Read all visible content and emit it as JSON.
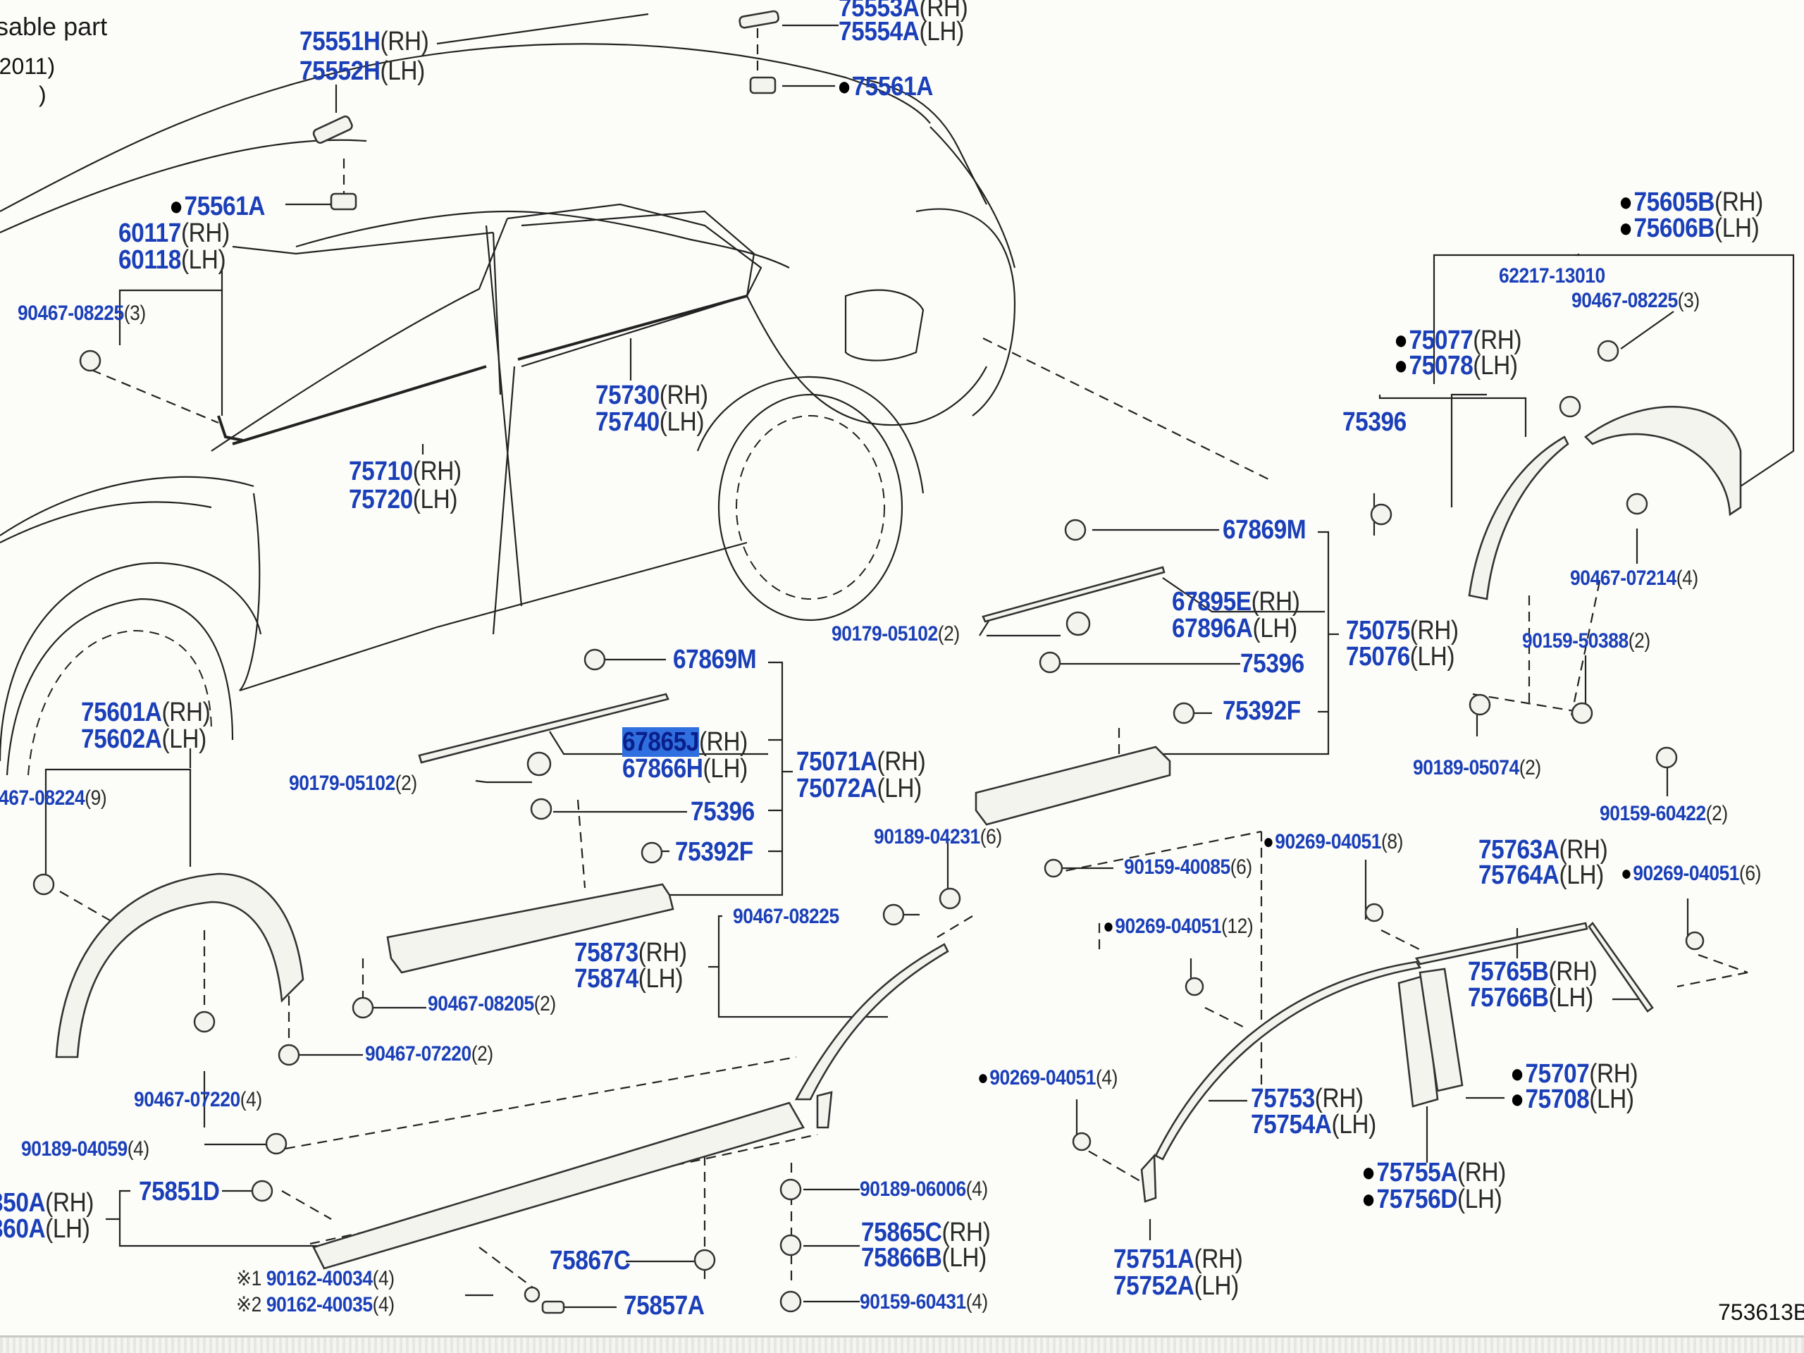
{
  "header": {
    "line1": "sable part",
    "line2": "(2011)",
    "line3": ")"
  },
  "diagram_code": "753613B",
  "rh": "(RH)",
  "lh": "(LH)",
  "parts": {
    "p75551H": "75551H",
    "p75552H": "75552H",
    "p75553A": "75553A",
    "p75554A": "75554A",
    "p75561A_top": "75561A",
    "p75561A_left": "75561A",
    "p60117": "60117",
    "p60118": "60118",
    "p90467_08225_left": "90467-08225",
    "q90467_08225_left": "(3)",
    "p75710": "75710",
    "p75720": "75720",
    "p75730": "75730",
    "p75740": "75740",
    "p75605B": "75605B",
    "p75606B": "75606B",
    "p62217_13010": "62217-13010",
    "p90467_08225_right": "90467-08225",
    "q90467_08225_right": "(3)",
    "p75077": "75077",
    "p75078": "75078",
    "p75396_right": "75396",
    "p90467_07214": "90467-07214",
    "q90467_07214": "(4)",
    "p67869M_right": "67869M",
    "p67895E": "67895E",
    "p67896A": "67896A",
    "p90179_05102_right": "90179-05102",
    "q90179_05102_right": "(2)",
    "p75075": "75075",
    "p75076": "75076",
    "p75396_mid": "75396",
    "p75392F_right": "75392F",
    "p90159_50388": "90159-50388",
    "q90159_50388": "(2)",
    "p90189_05074": "90189-05074",
    "q90189_05074": "(2)",
    "p90159_60422": "90159-60422",
    "q90159_60422": "(2)",
    "p75601A": "75601A",
    "p75602A": "75602A",
    "p90467_08224": "467-08224",
    "q90467_08224": "(9)",
    "p67869M_left": "67869M",
    "p67865J": "67865J",
    "p67866H": "67866H",
    "p90179_05102_left": "90179-05102",
    "q90179_05102_left": "(2)",
    "p75071A": "75071A",
    "p75072A": "75072A",
    "p75396_left": "75396",
    "p75392F_left": "75392F",
    "p90189_04231": "90189-04231",
    "q90189_04231": "(6)",
    "p90159_40085": "90159-40085",
    "q90159_40085": "(6)",
    "p90467_08225_mid": "90467-08225",
    "p75873": "75873",
    "p75874": "75874",
    "p90269_04051_8": "90269-04051",
    "q90269_04051_8": "(8)",
    "p90269_04051_6": "90269-04051",
    "q90269_04051_6": "(6)",
    "p90269_04051_12": "90269-04051",
    "q90269_04051_12": "(12)",
    "p90269_04051_4": "90269-04051",
    "q90269_04051_4": "(4)",
    "p75763A": "75763A",
    "p75764A": "75764A",
    "p75765B": "75765B",
    "p75766B": "75766B",
    "p75707": "75707",
    "p75708": "75708",
    "p75753": "75753",
    "p75754A": "75754A",
    "p75755A": "75755A",
    "p75756D": "75756D",
    "p75751A": "75751A",
    "p75752A": "75752A",
    "p90467_08205": "90467-08205",
    "q90467_08205": "(2)",
    "p90467_07220_2": "90467-07220",
    "q90467_07220_2": "(2)",
    "p90467_07220_4": "90467-07220",
    "q90467_07220_4": "(4)",
    "p90189_04059": "90189-04059",
    "q90189_04059": "(4)",
    "p75850A": "350A",
    "p75860A": "360A",
    "p75851D": "75851D",
    "p75867C": "75867C",
    "p75857A": "75857A",
    "p90189_06006": "90189-06006",
    "q90189_06006": "(4)",
    "p75865C": "75865C",
    "p75866B": "75866B",
    "p90159_60431": "90159-60431",
    "q90159_60431": "(4)",
    "note1_mark": "※1",
    "p90162_40034": "90162-40034",
    "q90162_40034": "(4)",
    "note2_mark": "※2",
    "p90162_40035": "90162-40035",
    "q90162_40035": "(4)"
  },
  "highlight": {
    "part": "67865J",
    "color": "#2f6fe0"
  },
  "colors": {
    "part_number": "#1a3fb8",
    "suffix": "#2a2a2a",
    "line": "#222222",
    "background": "#fcfcf9"
  }
}
